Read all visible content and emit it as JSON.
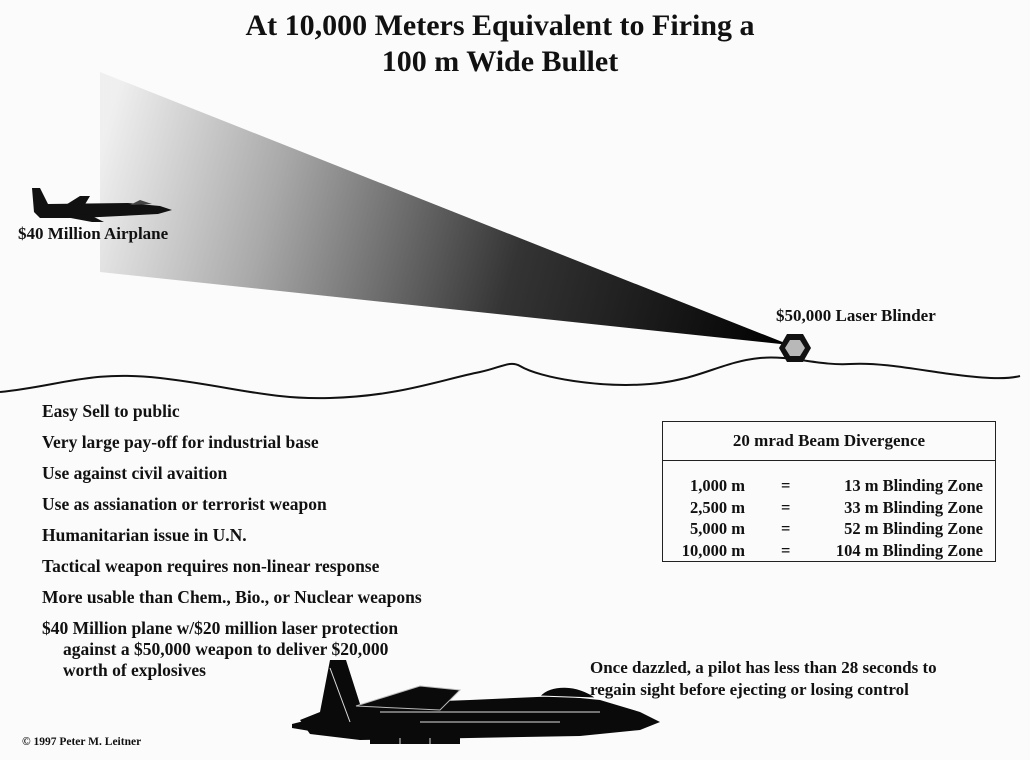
{
  "title": {
    "line1": "At 10,000 Meters Equivalent to Firing a",
    "line2": "100 m Wide Bullet"
  },
  "airplane_label": "$40 Million Airplane",
  "laser_label": "$50,000 Laser Blinder",
  "bullets": [
    {
      "text": "Easy Sell to public"
    },
    {
      "text": "Very large pay-off for industrial base"
    },
    {
      "text": "Use against civil avaition"
    },
    {
      "text": "Use as assianation or terrorist weapon"
    },
    {
      "text": "Humanitarian issue in U.N."
    },
    {
      "text": "Tactical weapon requires non-linear response"
    },
    {
      "text": "More usable than Chem., Bio., or Nuclear weapons"
    },
    {
      "text": "$40 Million plane w/$20 million laser protection",
      "sub1": "against a $50,000 weapon to deliver $20,000",
      "sub2": "worth of explosives"
    }
  ],
  "table": {
    "header": "20 mrad  Beam Divergence",
    "rows": [
      {
        "distance": "1,000 m",
        "eq": "=",
        "zone": "13 m  Blinding Zone"
      },
      {
        "distance": "2,500 m",
        "eq": "=",
        "zone": "33 m  Blinding Zone"
      },
      {
        "distance": "5,000 m",
        "eq": "=",
        "zone": "52 m  Blinding Zone"
      },
      {
        "distance": "10,000 m",
        "eq": "=",
        "zone": "104 m Blinding Zone"
      }
    ]
  },
  "dazzle_text": {
    "line1": "Once dazzled, a pilot has less than 28 seconds to",
    "line2": "regain sight before ejecting or losing control"
  },
  "copyright": "© 1997 Peter M. Leitner"
}
